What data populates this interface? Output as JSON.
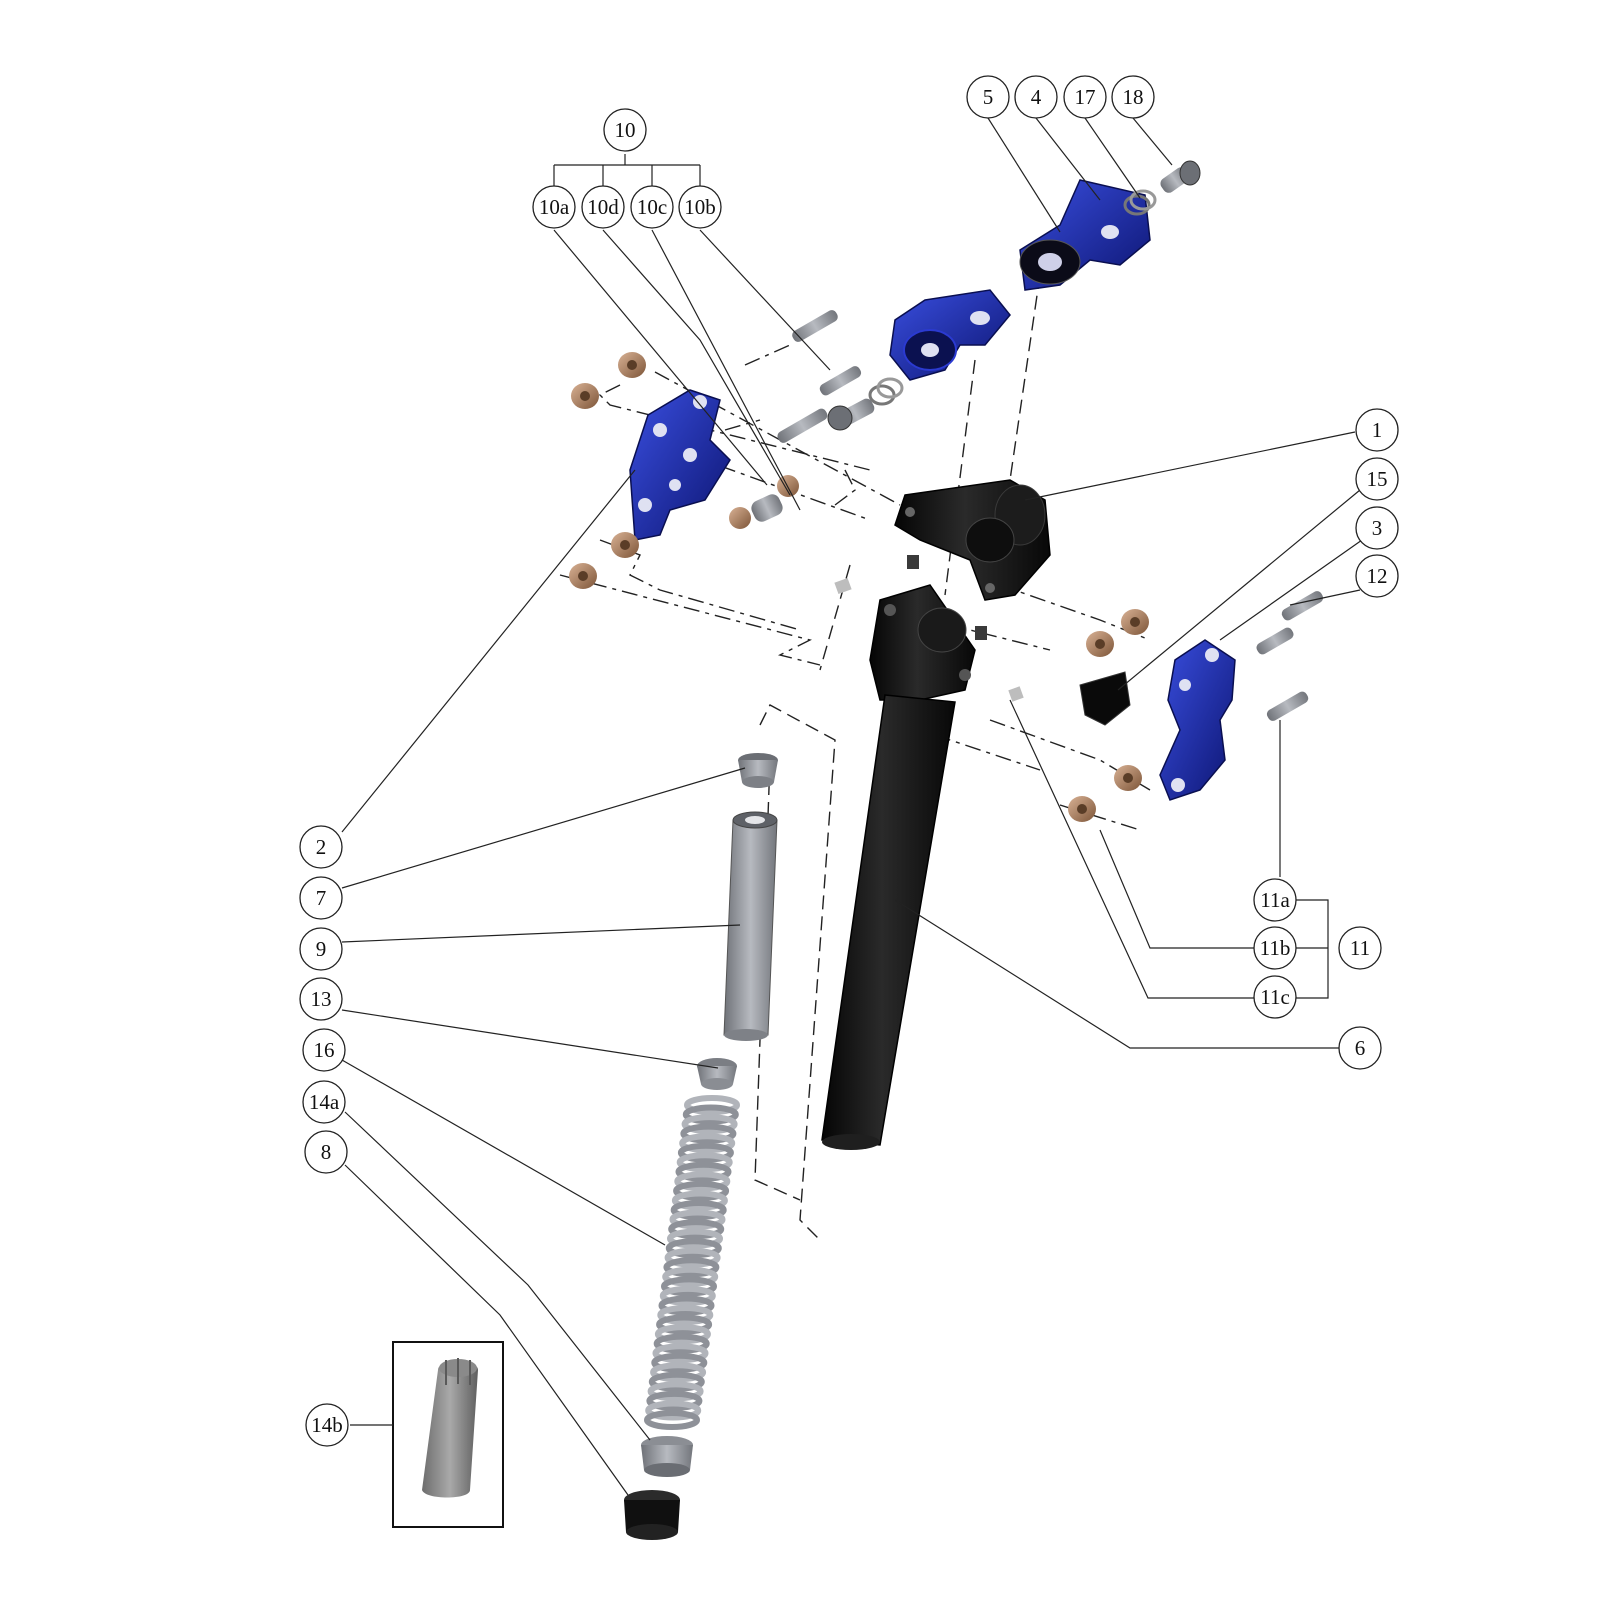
{
  "colors": {
    "link_blue": "#1f2fc0",
    "link_blue_dark": "#0c1470",
    "black_part": "#121212",
    "bronze_bushing": "#b8896a",
    "steel_grey": "#8f9197",
    "spring_grey": "#9fa2aa",
    "line": "#222222"
  },
  "callouts": {
    "c1": "1",
    "c2": "2",
    "c3": "3",
    "c4": "4",
    "c5": "5",
    "c6": "6",
    "c7": "7",
    "c8": "8",
    "c9": "9",
    "c10": "10",
    "c10a": "10a",
    "c10b": "10b",
    "c10c": "10c",
    "c10d": "10d",
    "c11": "11",
    "c11a": "11a",
    "c11b": "11b",
    "c11c": "11c",
    "c12": "12",
    "c13": "13",
    "c14a": "14a",
    "c14b": "14b",
    "c15": "15",
    "c16": "16",
    "c17": "17",
    "c18": "18"
  },
  "parts": {
    "seatpost": "seatpost-tube",
    "head": "rocker-head",
    "left_link": "left-link-plate",
    "right_link": "right-link-plate",
    "clamp_upper": "saddle-clamp-upper",
    "clamp_lower": "saddle-clamp-lower",
    "sleeve": "damper-sleeve",
    "spring": "coil-spring",
    "inset_insert": "elastomer-insert"
  }
}
